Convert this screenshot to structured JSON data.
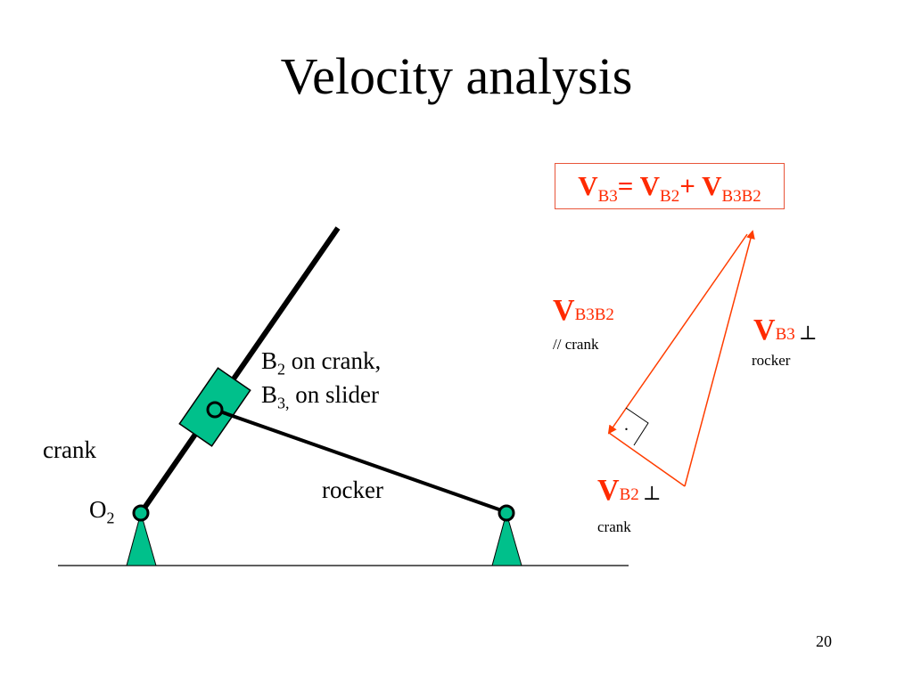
{
  "title": "Velocity analysis",
  "equation": {
    "v1": "V",
    "s1": "B3",
    "eq": "= ",
    "v2": "V",
    "s2": "B2",
    "plus": "+ ",
    "v3": "V",
    "s3": "B3B2"
  },
  "labels": {
    "vb3b2_v": "V",
    "vb3b2_sub": "B3B2",
    "vb3b2_note": "// crank",
    "vb3_v": "V",
    "vb3_sub": "B3",
    "vb3_perp": "⊥",
    "vb3_note": "rocker",
    "vb2_v": "V",
    "vb2_sub": "B2",
    "vb2_perp": "⊥",
    "vb2_note": "crank",
    "b2_main": "B",
    "b2_sub": "2",
    "b2_rest": " on crank,",
    "b3_main": "B",
    "b3_sub": "3,",
    "b3_rest": " on slider",
    "crank": "crank",
    "rocker": "rocker",
    "o2_main": "O",
    "o2_sub": "2",
    "right_angle_dot": "."
  },
  "page_number": "20",
  "colors": {
    "vector": "#ff3d00",
    "box_border": "#e8553a",
    "support_fill": "#00c08b",
    "joint_fill": "#00c08b",
    "link": "#000000"
  }
}
